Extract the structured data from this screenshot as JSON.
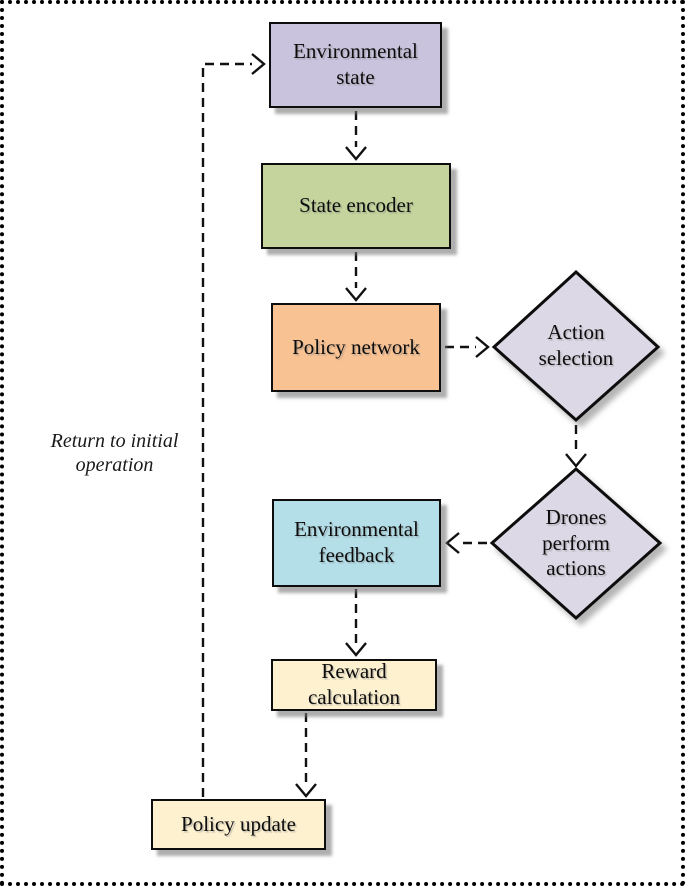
{
  "figure": {
    "type": "flowchart",
    "background": "#ffffff",
    "border_color": "#000000",
    "connector_color": "#111111",
    "shadow_color": "#787878"
  },
  "nodes": {
    "environmental_state": {
      "label": "Environmental\nstate",
      "shape": "rectangle",
      "fill": "#c9c3dd"
    },
    "state_encoder": {
      "label": "State encoder",
      "shape": "rectangle",
      "fill": "#c4d49c"
    },
    "policy_network": {
      "label": "Policy network",
      "shape": "rectangle",
      "fill": "#f8c293"
    },
    "action_selection": {
      "label": "Action\nselection",
      "shape": "diamond",
      "fill": "#dcd8e6"
    },
    "drones_perform_actions": {
      "label": "Drones\nperform\nactions",
      "shape": "diamond",
      "fill": "#dcd8e6"
    },
    "environmental_feedback": {
      "label": "Environmental\nfeedback",
      "shape": "rectangle",
      "fill": "#b4dfe9"
    },
    "reward_calculation": {
      "label": "Reward\ncalculation",
      "shape": "rectangle",
      "fill": "#fdf1d0"
    },
    "policy_update": {
      "label": "Policy update",
      "shape": "rectangle",
      "fill": "#fdf1d0"
    }
  },
  "annotation": {
    "label": "Return to initial\noperation"
  },
  "edges": [
    {
      "from": "environmental_state",
      "to": "state_encoder",
      "style": "dashed-arrow"
    },
    {
      "from": "state_encoder",
      "to": "policy_network",
      "style": "dashed-arrow"
    },
    {
      "from": "policy_network",
      "to": "action_selection",
      "style": "dashed-arrow"
    },
    {
      "from": "action_selection",
      "to": "drones_perform_actions",
      "style": "dashed-arrow"
    },
    {
      "from": "drones_perform_actions",
      "to": "environmental_feedback",
      "style": "dashed-arrow"
    },
    {
      "from": "environmental_feedback",
      "to": "reward_calculation",
      "style": "dashed-arrow"
    },
    {
      "from": "reward_calculation",
      "to": "policy_update",
      "style": "dashed-arrow"
    },
    {
      "from": "policy_update",
      "to": "environmental_state",
      "style": "dashed-arrow",
      "note": "Return to initial operation"
    }
  ]
}
